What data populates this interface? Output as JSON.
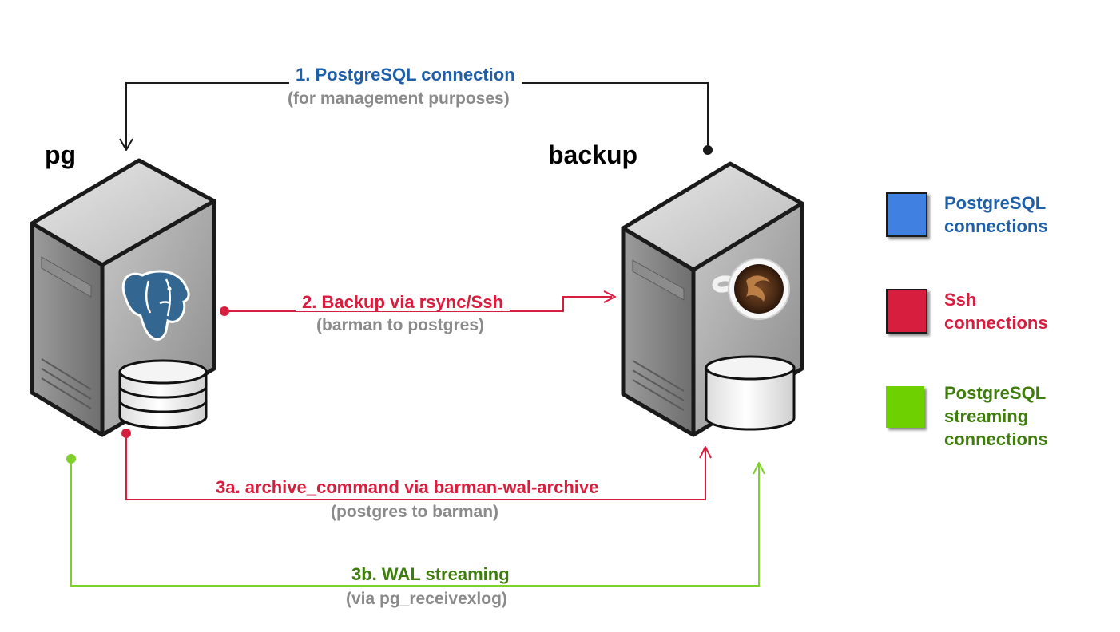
{
  "servers": {
    "pg": {
      "name": "pg"
    },
    "backup": {
      "name": "backup"
    }
  },
  "connections": {
    "c1": {
      "title": "1. PostgreSQL connection",
      "subtitle": "(for management purposes)"
    },
    "c2": {
      "title": "2. Backup via rsync/Ssh",
      "subtitle": "(barman to postgres)"
    },
    "c3a": {
      "title": "3a. archive_command via barman-wal-archive",
      "subtitle": "(postgres to barman)"
    },
    "c3b": {
      "title": "3b. WAL streaming",
      "subtitle": "(via pg_receivexlog)"
    }
  },
  "legend": [
    {
      "line1": "PostgreSQL",
      "line2": "connections",
      "line3": ""
    },
    {
      "line1": "Ssh",
      "line2": "connections",
      "line3": ""
    },
    {
      "line1": "PostgreSQL",
      "line2": "streaming",
      "line3": "connections"
    }
  ],
  "colors": {
    "postgres_text": "#1f5fa8",
    "postgres_box": "#3f80e0",
    "ssh": "#d81e3e",
    "streaming_text": "#3e7d0c",
    "streaming_line": "#7fd02a",
    "streaming_box": "#6fd000",
    "subtitle": "#8a8a8a"
  },
  "icons": {
    "pg_logo": "postgresql-elephant-icon",
    "backup_logo": "barman-coffee-cup-icon"
  }
}
